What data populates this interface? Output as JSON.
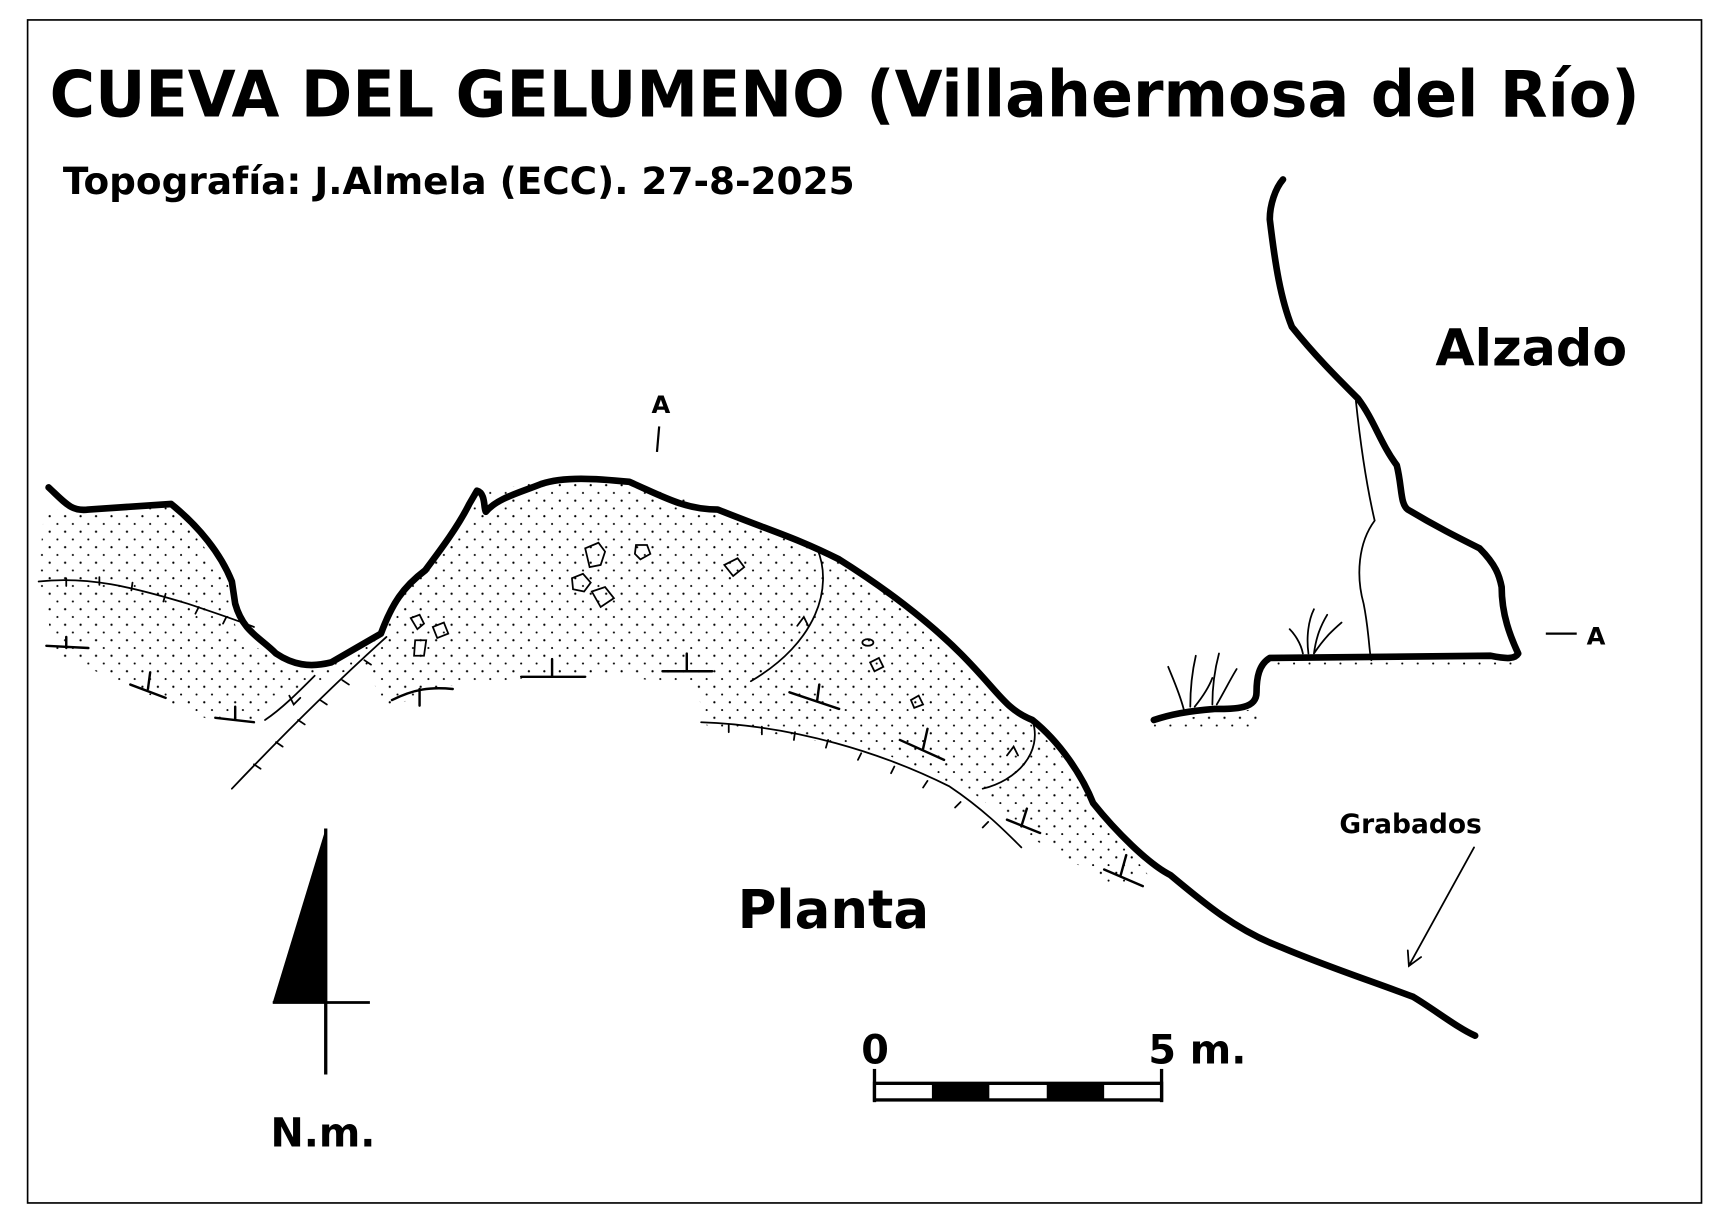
{
  "title": "CUEVA DEL GELUMENO (Villahermosa del Río)",
  "subtitle": "Topografía: J.Almela (ECC). 27-8-2025",
  "labels": {
    "section_marker_plan": "A",
    "section_marker_elevation": "A",
    "elevation": "Alzado",
    "plan": "Planta",
    "engravings": "Grabados",
    "north": "N.m."
  },
  "scale_bar": {
    "start_label": "0",
    "end_label": "5 m.",
    "length_m": 5,
    "segments": 5
  },
  "colors": {
    "ink": "#000000",
    "paper": "#ffffff"
  }
}
